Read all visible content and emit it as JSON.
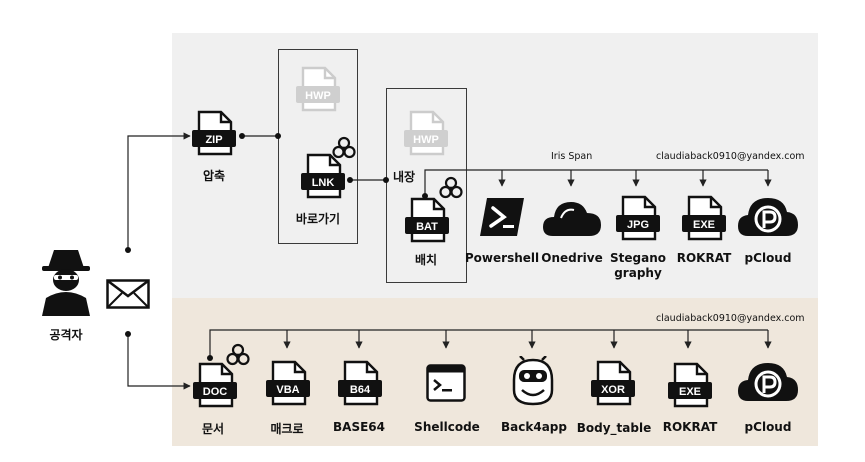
{
  "attacker": {
    "label": "공격자",
    "icon": "hacker-icon",
    "mail_icon": "envelope-icon"
  },
  "top_chain": {
    "zip": {
      "tag": "ZIP",
      "label": "압축"
    },
    "hwp_a": {
      "tag": "HWP"
    },
    "lnk": {
      "tag": "LNK",
      "label": "바로가기"
    },
    "embed_label": "내장",
    "hwp_b": {
      "tag": "HWP"
    },
    "bat": {
      "tag": "BAT",
      "label": "배치"
    },
    "iris_label": "Iris Span",
    "email_label": "claudiaback0910@yandex.com",
    "stages": [
      {
        "label": "Powershell",
        "icon": "powershell-icon"
      },
      {
        "label": "Onedrive",
        "icon": "onedrive-cloud-icon"
      },
      {
        "label": "Stegano\ngraphy",
        "tag": "JPG"
      },
      {
        "label": "ROKRAT",
        "tag": "EXE"
      },
      {
        "label": "pCloud",
        "icon": "pcloud-icon"
      }
    ]
  },
  "bottom_chain": {
    "email_label": "claudiaback0910@yandex.com",
    "stages": [
      {
        "label": "문서",
        "tag": "DOC"
      },
      {
        "label": "매크로",
        "tag": "VBA"
      },
      {
        "label": "BASE64",
        "tag": "B64"
      },
      {
        "label": "Shellcode",
        "icon": "terminal-window-icon"
      },
      {
        "label": "Back4app",
        "icon": "back4app-robot-icon"
      },
      {
        "label": "Body_table",
        "tag": "XOR"
      },
      {
        "label": "ROKRAT",
        "tag": "EXE"
      },
      {
        "label": "pCloud",
        "icon": "pcloud-icon"
      }
    ]
  },
  "colors": {
    "top_panel": "#f0f0f0",
    "bottom_panel": "#efe7dc",
    "icon": "#111111",
    "faded": "#cccccc"
  }
}
